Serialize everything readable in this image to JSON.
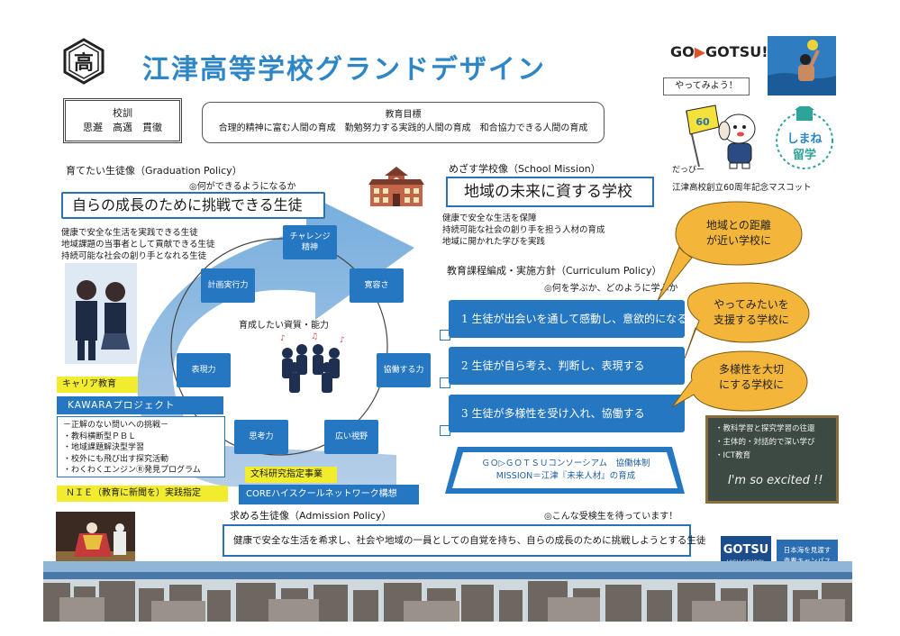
{
  "header": {
    "title": "江津高等学校グランドデザイン",
    "crest_char": "高"
  },
  "kokun": {
    "label": "校訓",
    "values": "思邂　高邁　貫徹"
  },
  "goal": {
    "label": "教育目標",
    "text": "合理的精神に富む人間の育成　勤勉努力する実践的人間の育成　和合協力できる人間の育成"
  },
  "brand": {
    "go": "GO",
    "gotsu": "GOTSU!",
    "yatte": "やってみよう！"
  },
  "mascot": {
    "flag": "60",
    "name": "だっぴー",
    "caption": "江津高校創立60周年記念マスコット",
    "shimane_top": "しまね",
    "shimane_bottom": "留学"
  },
  "graduation": {
    "heading": "育てたい生徒像（Graduation Policy）",
    "sub": "◎何ができるようになるか",
    "banner": "自らの成長のために挑戦できる生徒",
    "items": [
      "健康で安全な生活を実践できる生徒",
      "地域課題の当事者として貢献できる生徒",
      "持続可能な社会の創り手となれる生徒"
    ]
  },
  "mission": {
    "heading": "めざす学校像（School Mission）",
    "banner": "地域の未来に資する学校",
    "items": [
      "健康で安全な生活を保障",
      "持続可能な社会の創り手を担う人材の育成",
      "地域に開かれた学びを実践"
    ]
  },
  "curriculum": {
    "heading": "教育課程編成・実施方針（Curriculum Policy）",
    "sub": "◎何を学ぶか、どのように学ぶか",
    "items": [
      "1  生徒が出会いを通して感動し、意欲的になる",
      "2  生徒が自ら考え、判断し、表現する",
      "3  生徒が多様性を受け入れ、協働する"
    ]
  },
  "bubbles": [
    {
      "line1": "地域との距離",
      "line2": "が近い学校に"
    },
    {
      "line1": "やってみたいを",
      "line2": "支援する学校に"
    },
    {
      "line1": "多様性を大切",
      "line2": "にする学校に"
    }
  ],
  "diagram": {
    "center_label": "育成したい資質・能力",
    "nodes": {
      "challenge_1": "チャレンジ",
      "challenge_2": "精神",
      "plan": "計画実行力",
      "tolerance": "寛容さ",
      "expression": "表現力",
      "collab": "協働する力",
      "thinking": "思考力",
      "view": "広い視野"
    }
  },
  "career": {
    "tag": "キャリア教育",
    "kawara": "KAWARAプロジェクト",
    "items": [
      "－正解のない問いへの挑戦－",
      "・教科横断型ＰＢＬ",
      "・地域課題解決型学習",
      "・校外にも飛び出す探究活動",
      "・わくわくエンジンⓇ発見プログラム"
    ],
    "nie": "ＮＩＥ（教育に新聞を）実践指定"
  },
  "mext": {
    "tag": "文科研究指定事業",
    "core": "COREハイスクールネットワーク構想"
  },
  "consortium": {
    "line1": "ＧＯ▷ＧＯＴＳＵコンソーシアム　協働体制",
    "line2": "MISSION＝江津『未来人材』の育成"
  },
  "blackboard": {
    "items": [
      "・教科学習と探究学習の往還",
      "・主体的・対話的で深い学び",
      "・ICT教育"
    ],
    "excited": "I'm so excited !!"
  },
  "admission": {
    "heading": "求める生徒像（Admission Policy）",
    "sub": "◎こんな受検生を待っています！",
    "text": "健康で安全な生活を希求し、社会や地域の一員としての自覚を持ち、自らの成長のために挑戦しようとする生徒"
  },
  "logos": {
    "gotsu_top": "GOTSU",
    "gotsu_bottom": "HIGH SCHOOL",
    "campus_1": "日本海を見渡す",
    "campus_2": "青春キャンパス"
  },
  "colors": {
    "accent_blue": "#2577c2",
    "title_blue": "#2f86c6",
    "tag_yellow": "#f1ec2e",
    "bubble_orange": "#f3b53a",
    "arrow_blue": "#3d86c9"
  }
}
